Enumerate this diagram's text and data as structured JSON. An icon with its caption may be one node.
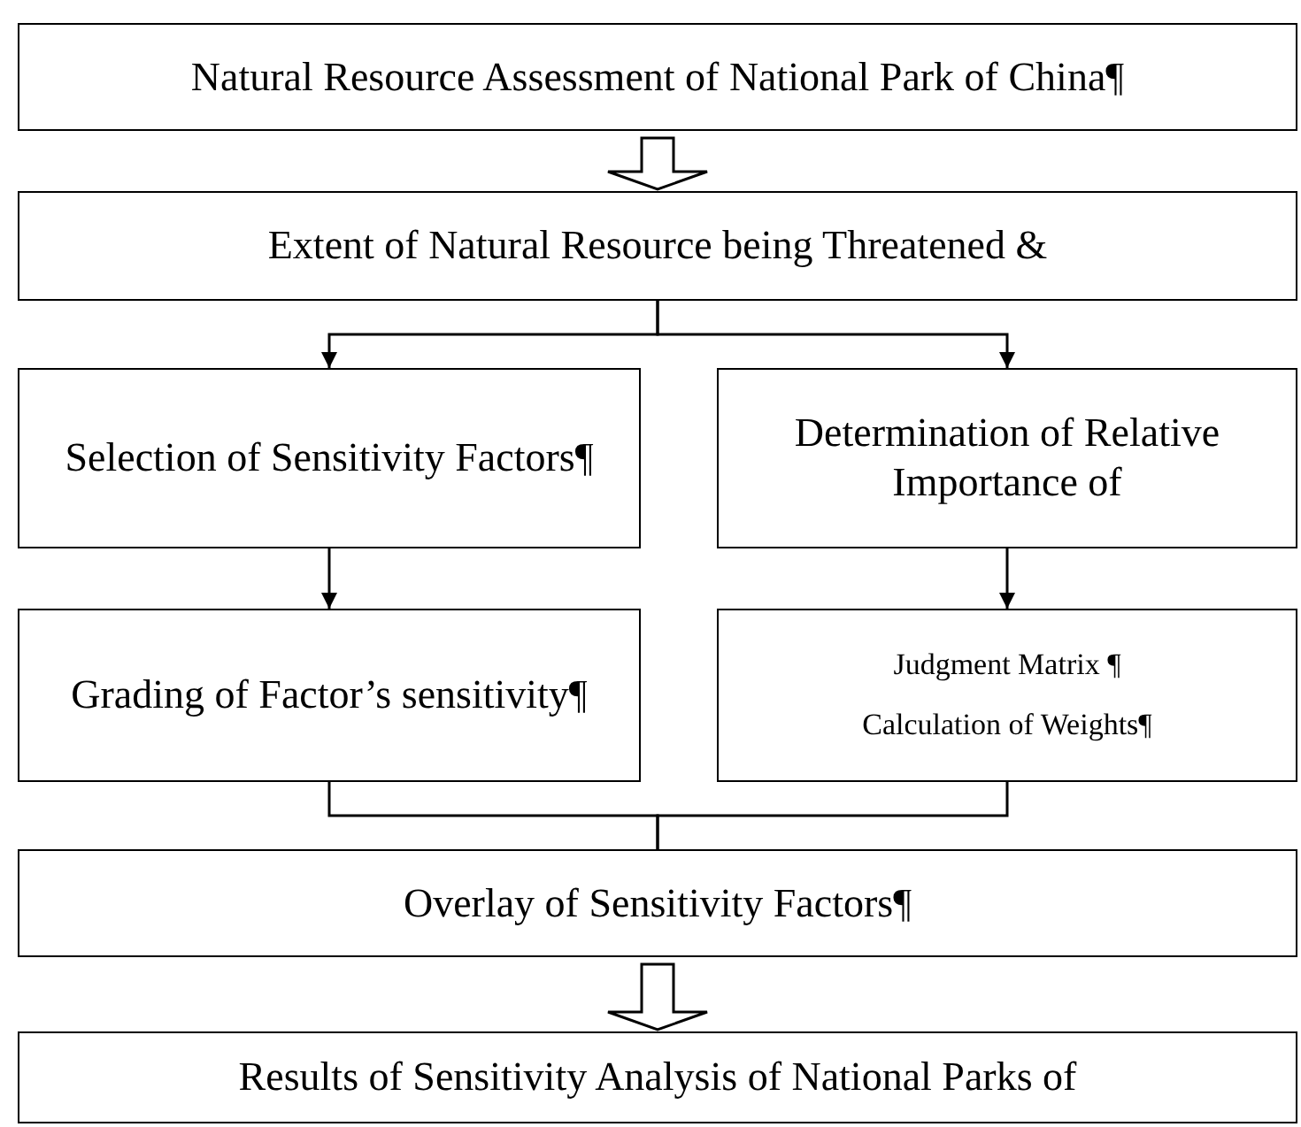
{
  "diagram": {
    "nodes": [
      {
        "text": [
          "Natural Resource Assessment of National Park of China¶"
        ]
      },
      {
        "text": [
          "Extent of Natural Resource being Threatened &"
        ]
      },
      {
        "text": [
          "Selection of Sensitivity Factors¶"
        ]
      },
      {
        "text": [
          "Determination of Relative Importance of"
        ]
      },
      {
        "text": [
          "Grading of Factor’s sensitivity¶"
        ]
      },
      {
        "text": [
          "Judgment Matrix ¶",
          "Calculation of Weights¶"
        ]
      },
      {
        "text": [
          "Overlay of Sensitivity Factors¶"
        ]
      },
      {
        "text": [
          "Results of Sensitivity Analysis of National Parks of"
        ]
      }
    ],
    "edges": [
      {
        "from": 0,
        "to": 1,
        "arrow": "to",
        "style": "thick"
      },
      {
        "from": 1,
        "to": 2,
        "arrow": "to"
      },
      {
        "from": 1,
        "to": 3,
        "arrow": "to"
      },
      {
        "from": 2,
        "to": 4,
        "arrow": "to"
      },
      {
        "from": 3,
        "to": 5,
        "arrow": "to"
      },
      {
        "from": 4,
        "to": 6,
        "arrow": "none"
      },
      {
        "from": 5,
        "to": 6,
        "arrow": "none"
      },
      {
        "from": 6,
        "to": 7,
        "arrow": "to",
        "style": "thick"
      }
    ]
  }
}
